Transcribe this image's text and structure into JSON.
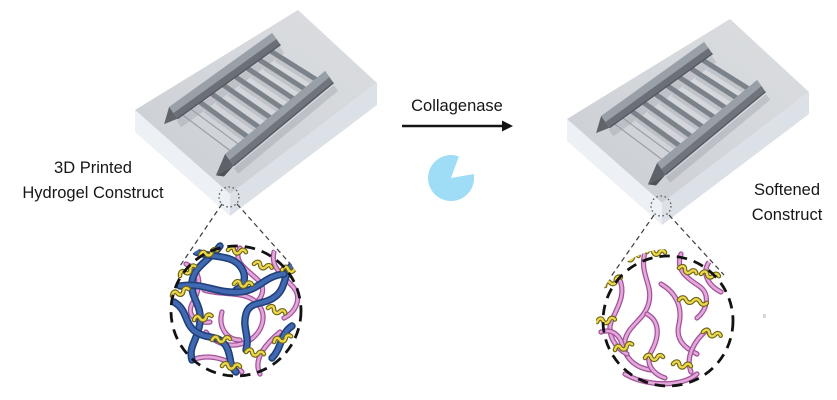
{
  "figure": {
    "left_label": {
      "line1": "3D Printed",
      "line2": "Hydrogel Construct"
    },
    "arrow_label": "Collagenase",
    "right_label": {
      "line1": "Softened",
      "line2": "Construct"
    }
  },
  "icons": {
    "enzyme": "pacman-enzyme-icon",
    "magnifier": "dashed-magnifier-circle"
  },
  "colors": {
    "enzyme": "#9fdcf5",
    "arrow": "#141414",
    "chain_blue": "#4069b2",
    "chain_blue_outline": "#1f4079",
    "chain_pink": "#e2a8da",
    "chain_pink_outline": "#a2519a",
    "crosslink_yellow": "#ecd84e",
    "crosslink_outline": "#6f6414",
    "platform_top": "#d3d6da",
    "platform_front": "#edf0f4",
    "platform_side": "#dce0e7",
    "rail_gray": "#70757d"
  }
}
